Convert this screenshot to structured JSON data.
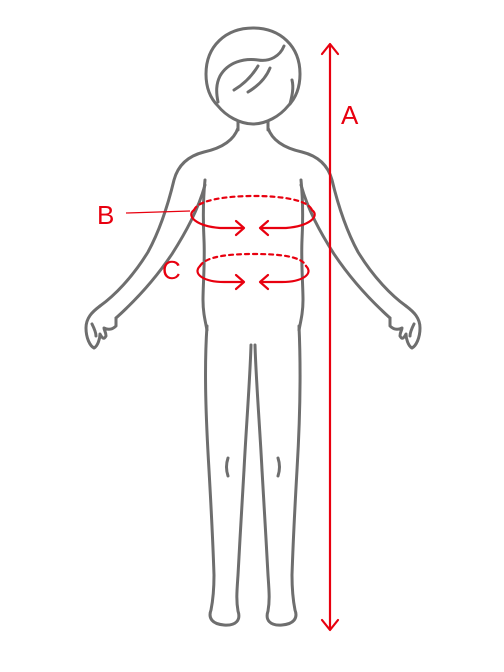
{
  "labels": {
    "a": "A",
    "b": "B",
    "c": "C"
  },
  "colors": {
    "figure_outline": "#6e6e6e",
    "measurement": "#e8000f",
    "background": "#ffffff"
  },
  "icons": {
    "height_arrow": "vertical-double-arrow",
    "circumference_arrow": "curved-arrow-pair"
  }
}
